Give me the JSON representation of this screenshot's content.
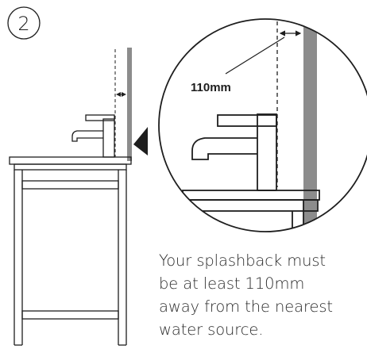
{
  "step": {
    "number": "2"
  },
  "measurement": {
    "label": "110mm"
  },
  "caption": {
    "lines": [
      "Your splashback must",
      "be at least 110mm",
      "away from the nearest",
      "water source."
    ]
  },
  "colors": {
    "ink": "#1e1e1e",
    "wall": "#8c8c8c",
    "caption": "#2b2b2b"
  }
}
